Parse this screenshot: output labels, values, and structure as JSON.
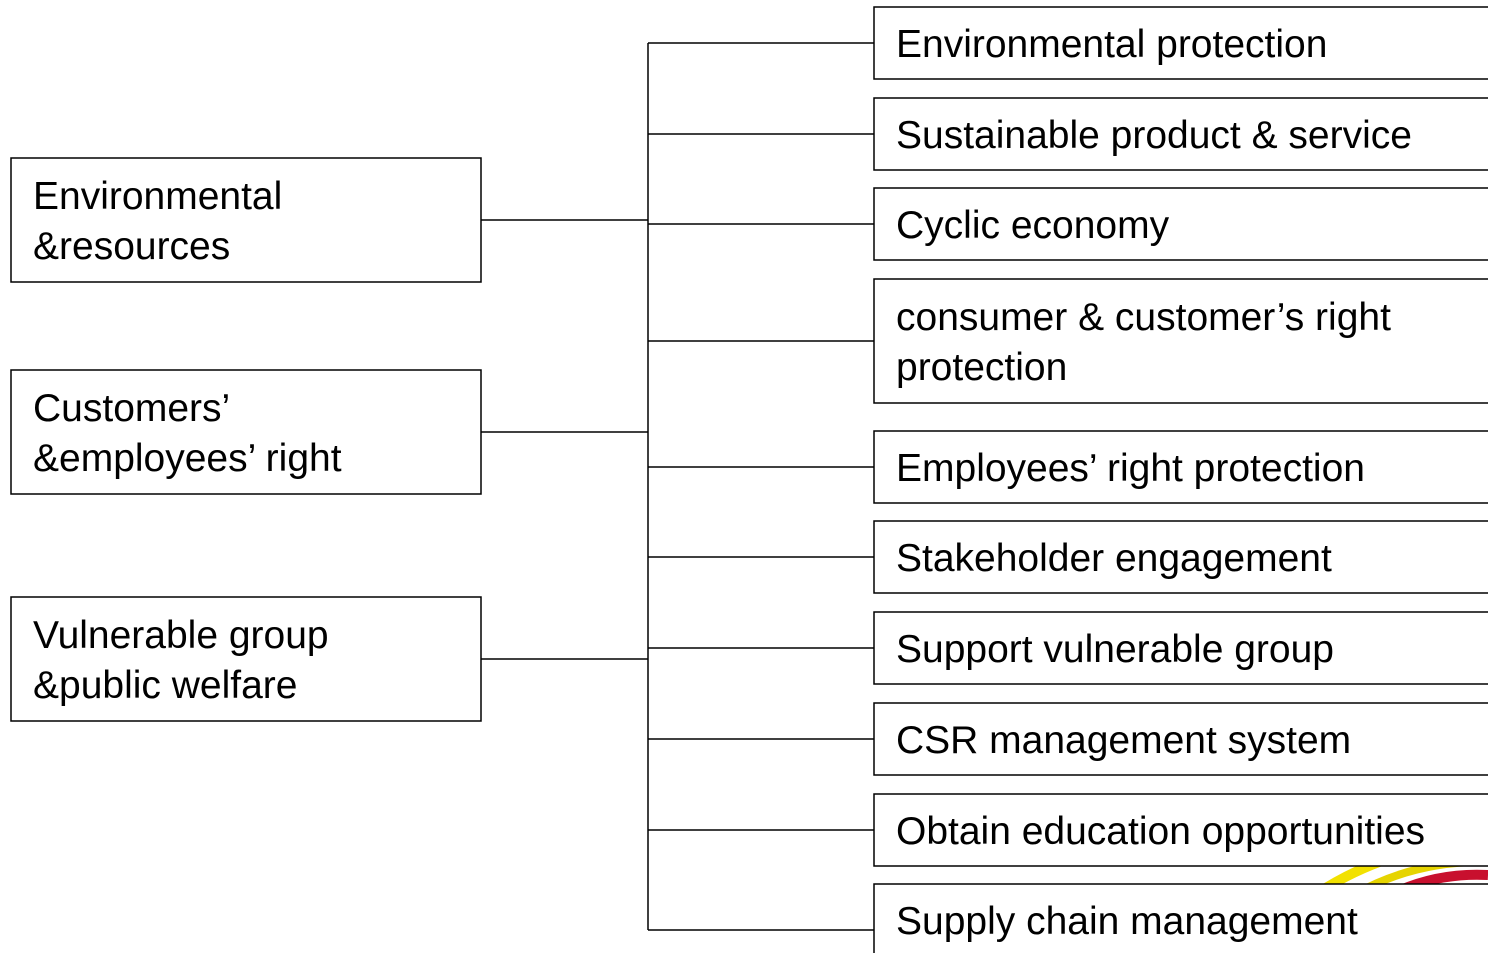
{
  "categories": [
    {
      "id": "environmental",
      "lines": [
        "Environmental",
        "&resources"
      ]
    },
    {
      "id": "rights",
      "lines": [
        "Customers’",
        "&employees’ right"
      ]
    },
    {
      "id": "welfare",
      "lines": [
        "Vulnerable group",
        "&public welfare"
      ]
    }
  ],
  "topics": [
    {
      "id": "environmental-protection",
      "lines": [
        "Environmental protection"
      ]
    },
    {
      "id": "sustainable-product",
      "lines": [
        "Sustainable product & service"
      ]
    },
    {
      "id": "cyclic-economy",
      "lines": [
        "Cyclic economy"
      ]
    },
    {
      "id": "consumer-rights",
      "lines": [
        "consumer & customer’s right",
        "protection"
      ]
    },
    {
      "id": "employee-rights",
      "lines": [
        "Employees’ right protection"
      ]
    },
    {
      "id": "stakeholder-engagement",
      "lines": [
        "Stakeholder engagement"
      ]
    },
    {
      "id": "support-vulnerable",
      "lines": [
        "Support vulnerable group"
      ]
    },
    {
      "id": "csr-management",
      "lines": [
        "CSR management system"
      ]
    },
    {
      "id": "education",
      "lines": [
        "Obtain education opportunities"
      ]
    },
    {
      "id": "supply-chain",
      "lines": [
        "Supply chain management"
      ]
    }
  ],
  "colors": {
    "stroke": "#000000",
    "text": "#000000",
    "background": "#ffffff",
    "logo_yellow": "#f2e100",
    "logo_red": "#c8102e"
  }
}
